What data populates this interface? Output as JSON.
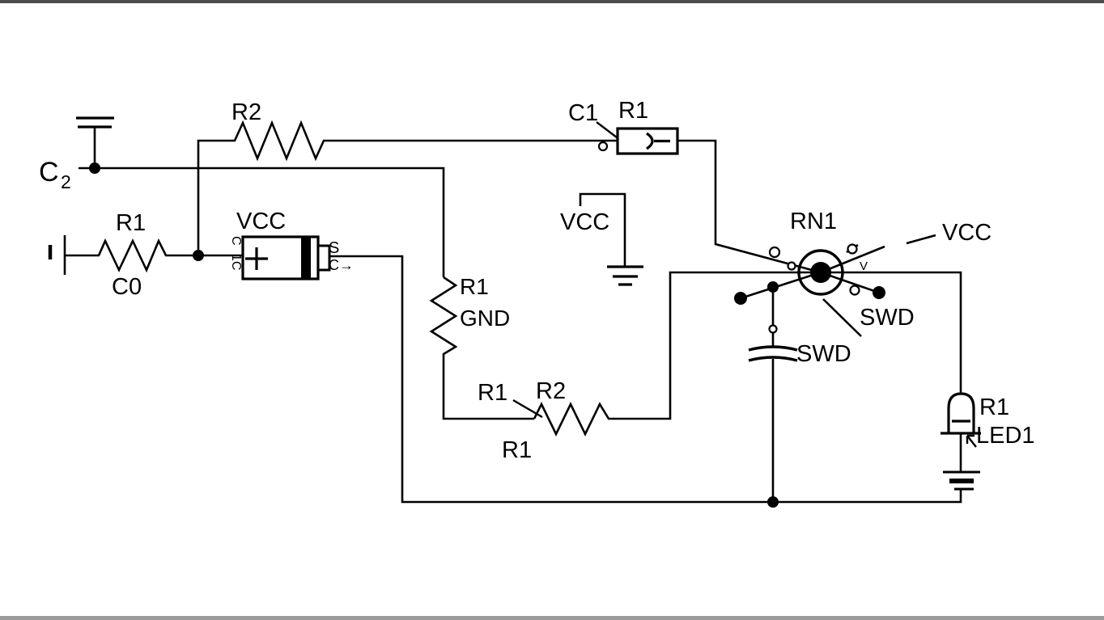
{
  "diagram": {
    "type": "circuit-schematic",
    "background_color": "#ffffff",
    "line_color": "#000000",
    "top_bar_color": "#4d4d4d",
    "bottom_bar_color": "#9b9b9b",
    "labels": {
      "c2": "C",
      "c2_sub": "2",
      "r2_top": "R2",
      "r1_left": "R1",
      "c0": "C0",
      "vcc_left": "VCC",
      "bat_pin_top": "C",
      "bat_pin_bottom": "1C",
      "bat_pin_s": "S",
      "bat_pin_c": "C→",
      "c1": "C1",
      "r1_top": "R1",
      "vcc_mid": "VCC",
      "r1_mid": "R1",
      "gnd": "GND",
      "r1_leader": "R1",
      "r2_bottom": "R2",
      "r1_below": "R1",
      "rn1": "RN1",
      "vcc_right": "VCC",
      "v_pin": "V",
      "swd_upper": "SWD",
      "swd_lower": "SWD",
      "r1_right": "R1",
      "led1": "LED1"
    },
    "components": [
      {
        "ref": "C2",
        "symbol": "ground-flag"
      },
      {
        "ref": "R2",
        "symbol": "resistor-horizontal-top"
      },
      {
        "ref": "R1/C0",
        "symbol": "resistor-horizontal-left"
      },
      {
        "ref": "VCC",
        "symbol": "polarized-capacitor-package"
      },
      {
        "ref": "C1/R1",
        "symbol": "fuse-box"
      },
      {
        "ref": "VCC",
        "symbol": "ground-symbol-mid"
      },
      {
        "ref": "R1/GND",
        "symbol": "resistor-vertical"
      },
      {
        "ref": "R1/R2/R1",
        "symbol": "resistor-horizontal-bottom"
      },
      {
        "ref": "RN1",
        "symbol": "rotary-node"
      },
      {
        "ref": "SWD",
        "symbol": "capacitor-vertical"
      },
      {
        "ref": "R1/LED1",
        "symbol": "led"
      },
      {
        "ref": "BAT",
        "symbol": "battery-bottom-right"
      }
    ]
  }
}
